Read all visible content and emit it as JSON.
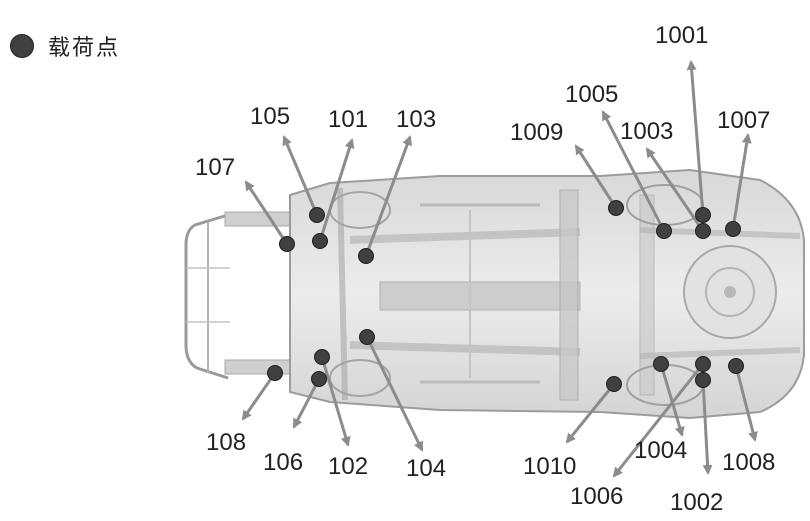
{
  "legend": {
    "label": "载荷点",
    "marker_color": "#404040"
  },
  "colors": {
    "arrow": "#8c8c8c",
    "point": "#404040",
    "label": "#222222"
  },
  "load_points": [
    {
      "id": "101",
      "label": "101"
    },
    {
      "id": "102",
      "label": "102"
    },
    {
      "id": "103",
      "label": "103"
    },
    {
      "id": "104",
      "label": "104"
    },
    {
      "id": "105",
      "label": "105"
    },
    {
      "id": "106",
      "label": "106"
    },
    {
      "id": "107",
      "label": "107"
    },
    {
      "id": "108",
      "label": "108"
    },
    {
      "id": "1001",
      "label": "1001"
    },
    {
      "id": "1002",
      "label": "1002"
    },
    {
      "id": "1003",
      "label": "1003"
    },
    {
      "id": "1004",
      "label": "1004"
    },
    {
      "id": "1005",
      "label": "1005"
    },
    {
      "id": "1006",
      "label": "1006"
    },
    {
      "id": "1007",
      "label": "1007"
    },
    {
      "id": "1008",
      "label": "1008"
    },
    {
      "id": "1009",
      "label": "1009"
    },
    {
      "id": "1010",
      "label": "1010"
    }
  ]
}
